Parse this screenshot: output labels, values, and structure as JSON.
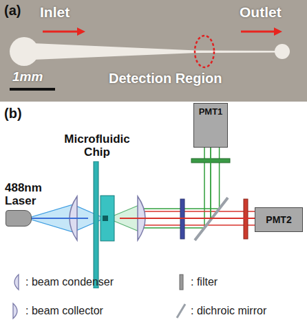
{
  "diagram": {
    "nodes": [
      {
        "text": [
          "Microfluidic Chip"
        ]
      },
      {
        "text": [
          "PMT1"
        ]
      },
      {
        "text": [
          "488nm Laser"
        ]
      },
      {
        "text": [
          "PMT2"
        ]
      }
    ],
    "edges": [
      {
        "from": 2,
        "to": 0,
        "arrow": "none"
      },
      {
        "from": 0,
        "to": 1,
        "arrow": "none"
      },
      {
        "from": 0,
        "to": 3,
        "arrow": "none"
      }
    ],
    "labels": [
      "(a)",
      "Inlet",
      "Outlet",
      "1mm",
      "Detection Region",
      "(b)"
    ],
    "legend": [
      {
        "text": ": beam condenser"
      },
      {
        "text": ": filter"
      },
      {
        "text": ": beam collector"
      },
      {
        "text": ": dichroic mirror"
      }
    ]
  }
}
